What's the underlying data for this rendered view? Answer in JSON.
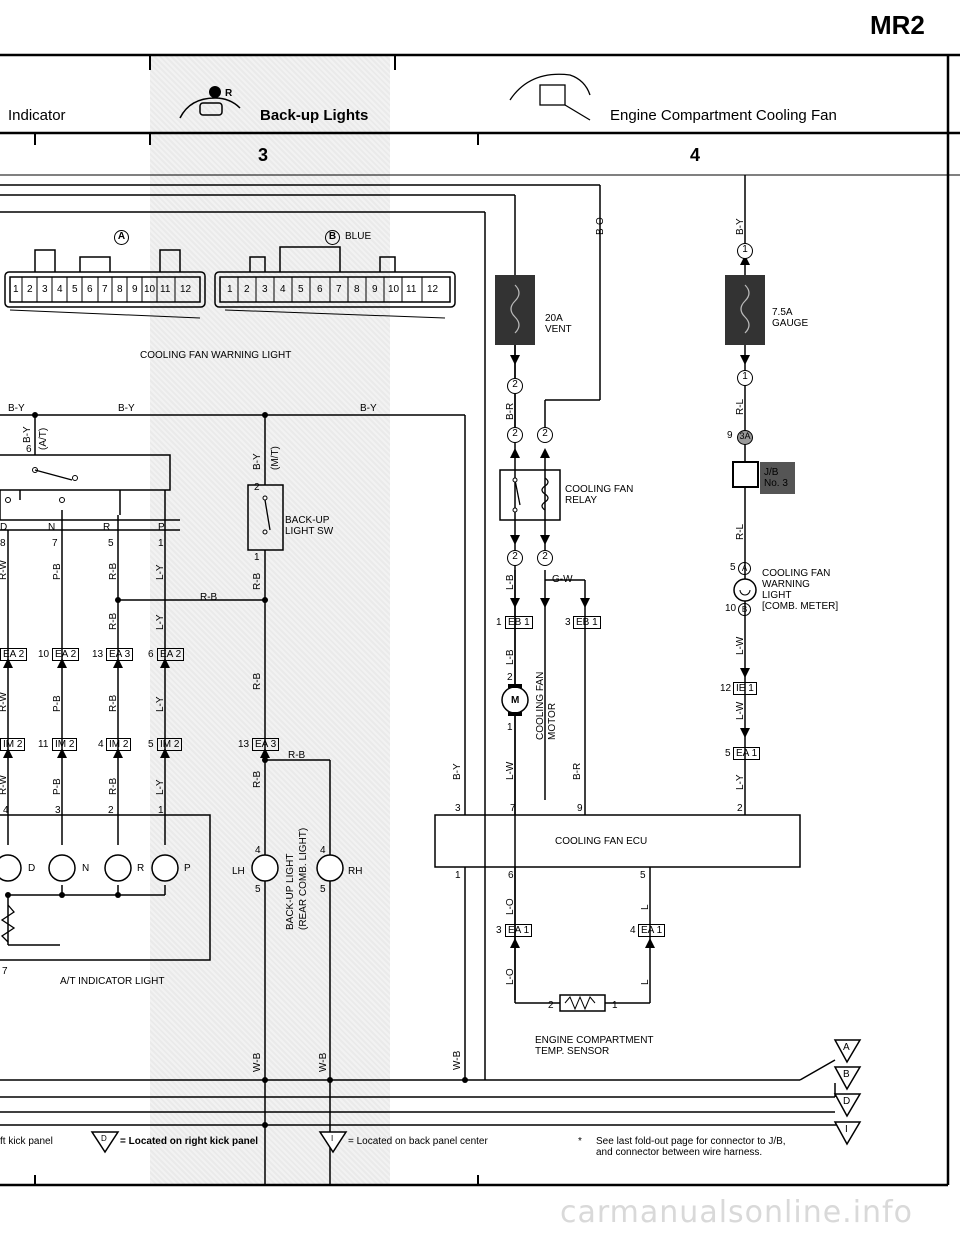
{
  "page_code": "MR2",
  "header": {
    "indicator": "Indicator",
    "backup": "Back-up Lights",
    "fan": "Engine Compartment Cooling Fan",
    "col3": "3",
    "col4": "4",
    "gear_badge_text": "R"
  },
  "connectors": {
    "a_mark": "A",
    "b_mark": "B",
    "b_label": "BLUE",
    "a_pins_left": [
      "1",
      "2",
      "3",
      "4",
      "5",
      "6"
    ],
    "a_pins_right": [
      "7",
      "8",
      "9",
      "10",
      "11",
      "12"
    ],
    "b_pins_left": [
      "1",
      "2",
      "3",
      "4",
      "5"
    ],
    "b_pins_right": [
      "6",
      "7",
      "8",
      "9",
      "10",
      "11",
      "12"
    ],
    "warning_light": "COOLING FAN WARNING LIGHT"
  },
  "wires": {
    "by": "B-Y",
    "rw": "R-W",
    "pb": "P-B",
    "rb": "R-B",
    "ly": "L-Y",
    "br": "B-R",
    "lb": "L-B",
    "gw": "G-W",
    "lw": "L-W",
    "lo": "L-O",
    "l": "L",
    "wb": "W-B",
    "rl": "R-L",
    "bo": "B-O",
    "at": "(A/T)",
    "mt": "(M/T)"
  },
  "components": {
    "fuse20": "20A",
    "vent": "VENT",
    "fuse75": "7.5A",
    "gauge": "GAUGE",
    "relay1": "COOLING FAN",
    "relay2": "RELAY",
    "motor": "COOLING FAN",
    "motor2": "MOTOR",
    "motor_m": "M",
    "jb1": "J/B",
    "jb2": "No. 3",
    "jb_conn": "3A",
    "cfwl1": "COOLING FAN",
    "cfwl2": "WARNING",
    "cfwl3": "LIGHT",
    "cfwl4": "[COMB. METER]",
    "backup_sw1": "BACK-UP",
    "backup_sw2": "LIGHT SW",
    "backup_lt1": "BACK-UP LIGHT",
    "backup_lt2": "(REAR COMB. LIGHT)",
    "lh": "LH",
    "rh": "RH",
    "ecu": "COOLING FAN ECU",
    "sensor1": "ENGINE COMPARTMENT",
    "sensor2": "TEMP. SENSOR",
    "at_light": "A/T INDICATOR LIGHT",
    "pos": {
      "d": "D",
      "n": "N",
      "r": "R",
      "p": "P"
    }
  },
  "connector_tags": {
    "ea2": "EA 2",
    "ea3": "EA 3",
    "im2": "IM 2",
    "eb1": "EB 1",
    "ie1": "IE 1",
    "ea1": "EA 1",
    "one": "1",
    "two": "2"
  },
  "pins": [
    "1",
    "2",
    "3",
    "4",
    "5",
    "6",
    "7",
    "8",
    "9",
    "10",
    "11",
    "12",
    "13"
  ],
  "ground": {
    "a": "A",
    "b": "B",
    "d": "D",
    "i": "I"
  },
  "footer": {
    "kick_left": "ft kick panel",
    "d_note": "= Located on right kick panel",
    "i_note": "= Located on back panel center",
    "star": "*",
    "see1": "See last fold-out page for connector to J/B,",
    "see2": "and connector between wire harness.",
    "d_glyph": "D",
    "i_glyph": "I"
  },
  "watermark": "carmanualsonline.info"
}
